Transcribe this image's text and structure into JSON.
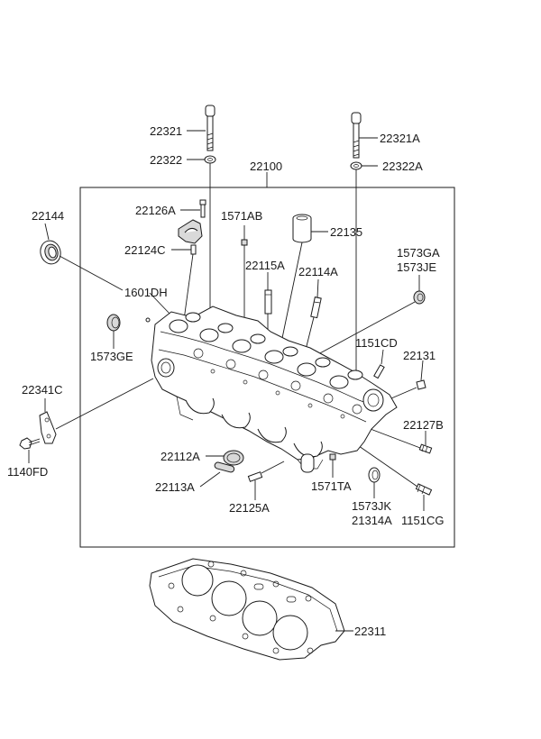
{
  "parts": [
    {
      "id": "p22321",
      "number": "22321"
    },
    {
      "id": "p22322",
      "number": "22322"
    },
    {
      "id": "p22100",
      "number": "22100"
    },
    {
      "id": "p22321A",
      "number": "22321A"
    },
    {
      "id": "p22322A",
      "number": "22322A"
    },
    {
      "id": "p22144",
      "number": "22144"
    },
    {
      "id": "p22126A",
      "number": "22126A"
    },
    {
      "id": "p1571AB",
      "number": "1571AB"
    },
    {
      "id": "p22135",
      "number": "22135"
    },
    {
      "id": "p22124C",
      "number": "22124C"
    },
    {
      "id": "p1573GA",
      "number": "1573GA"
    },
    {
      "id": "p1573JE",
      "number": "1573JE"
    },
    {
      "id": "p22115A",
      "number": "22115A"
    },
    {
      "id": "p22114A",
      "number": "22114A"
    },
    {
      "id": "p1601DH",
      "number": "1601DH"
    },
    {
      "id": "p1573GE",
      "number": "1573GE"
    },
    {
      "id": "p1151CD",
      "number": "1151CD"
    },
    {
      "id": "p22131",
      "number": "22131"
    },
    {
      "id": "p22341C",
      "number": "22341C"
    },
    {
      "id": "p22127B",
      "number": "22127B"
    },
    {
      "id": "p1140FD",
      "number": "1140FD"
    },
    {
      "id": "p22112A",
      "number": "22112A"
    },
    {
      "id": "p22113A",
      "number": "22113A"
    },
    {
      "id": "p1571TA",
      "number": "1571TA"
    },
    {
      "id": "p22125A",
      "number": "22125A"
    },
    {
      "id": "p1573JK",
      "number": "1573JK"
    },
    {
      "id": "p21314A",
      "number": "21314A"
    },
    {
      "id": "p1151CG",
      "number": "1151CG"
    },
    {
      "id": "p22311",
      "number": "22311"
    }
  ]
}
